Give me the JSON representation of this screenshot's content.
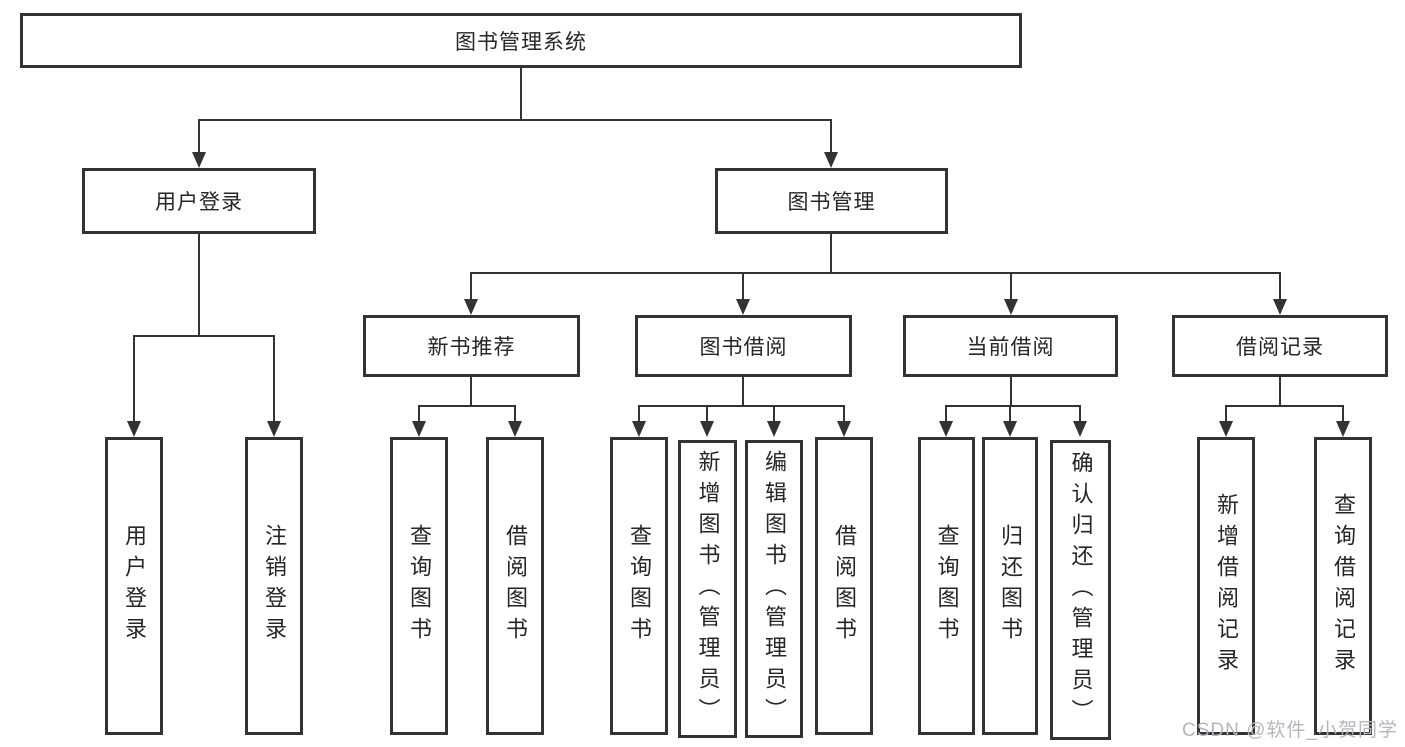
{
  "diagram_type": "functional-decomposition-tree",
  "tree": {
    "root": {
      "label": "图书管理系统",
      "children": [
        {
          "label": "用户登录",
          "children": [
            {
              "label": "用户登录"
            },
            {
              "label": "注销登录"
            }
          ]
        },
        {
          "label": "图书管理",
          "children": [
            {
              "label": "新书推荐",
              "children": [
                {
                  "label": "查询图书"
                },
                {
                  "label": "借阅图书"
                }
              ]
            },
            {
              "label": "图书借阅",
              "children": [
                {
                  "label": "查询图书"
                },
                {
                  "label": "新增图书（管理员）"
                },
                {
                  "label": "编辑图书（管理员）"
                },
                {
                  "label": "借阅图书"
                }
              ]
            },
            {
              "label": "当前借阅",
              "children": [
                {
                  "label": "查询图书"
                },
                {
                  "label": "归还图书"
                },
                {
                  "label": "确认归还（管理员）"
                }
              ]
            },
            {
              "label": "借阅记录",
              "children": [
                {
                  "label": "新增借阅记录"
                },
                {
                  "label": "查询借阅记录"
                }
              ]
            }
          ]
        }
      ]
    }
  },
  "watermark": {
    "text": "CSDN @软件_小贺同学",
    "color": "#b3b7bb"
  },
  "colors": {
    "line": "#333333",
    "text": "#262626",
    "background": "#ffffff"
  }
}
